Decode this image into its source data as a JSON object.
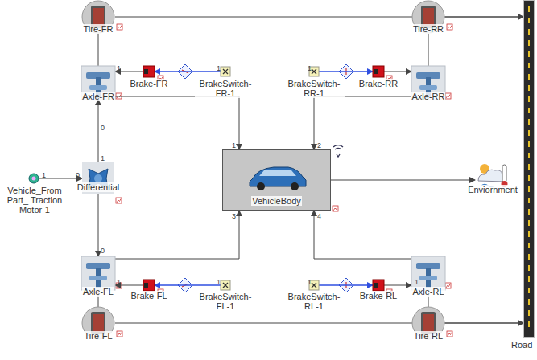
{
  "diagram": {
    "nodes": [
      {
        "text": [
          "Tire-FR"
        ]
      },
      {
        "text": [
          "Tire-RR"
        ]
      },
      {
        "text": [
          "Axle-FR"
        ]
      },
      {
        "text": [
          "Brake-FR"
        ]
      },
      {
        "text": [
          "BrakeSwitch-FR-1"
        ]
      },
      {
        "text": [
          "BrakeSwitch-RR-1"
        ]
      },
      {
        "text": [
          "Brake-RR"
        ]
      },
      {
        "text": [
          "Axle-RR"
        ]
      },
      {
        "text": [
          "Vehicle_From Part_ Traction Motor-1"
        ]
      },
      {
        "text": [
          "Differential"
        ]
      },
      {
        "text": [
          "VehicleBody"
        ]
      },
      {
        "text": [
          "Enviornment"
        ]
      },
      {
        "text": [
          "Road"
        ]
      },
      {
        "text": [
          "Axle-FL"
        ]
      },
      {
        "text": [
          "Brake-FL"
        ]
      },
      {
        "text": [
          "BrakeSwitch-FL-1"
        ]
      },
      {
        "text": [
          "BrakeSwitch-RL-1"
        ]
      },
      {
        "text": [
          "Brake-RL"
        ]
      },
      {
        "text": [
          "Axle-RL"
        ]
      },
      {
        "text": [
          "Tire-FL"
        ]
      },
      {
        "text": [
          "Tire-RL"
        ]
      }
    ],
    "edges": [
      {
        "from": 0,
        "to": 12,
        "arrow": "to"
      },
      {
        "from": 1,
        "to": 12,
        "arrow": "to"
      },
      {
        "from": 2,
        "to": 0,
        "arrow": "none"
      },
      {
        "from": 7,
        "to": 1,
        "arrow": "none"
      },
      {
        "from": 4,
        "to": 3,
        "arrow": "to"
      },
      {
        "from": 3,
        "to": 2,
        "arrow": "to"
      },
      {
        "from": 5,
        "to": 6,
        "arrow": "to"
      },
      {
        "from": 6,
        "to": 7,
        "arrow": "to"
      },
      {
        "from": 2,
        "to": 10,
        "arrow": "to"
      },
      {
        "from": 7,
        "to": 10,
        "arrow": "to"
      },
      {
        "from": 8,
        "to": 9,
        "arrow": "to"
      },
      {
        "from": 9,
        "to": 2,
        "arrow": "to"
      },
      {
        "from": 9,
        "to": 13,
        "arrow": "to"
      },
      {
        "from": 10,
        "to": 11,
        "arrow": "to"
      },
      {
        "from": 13,
        "to": 10,
        "arrow": "to"
      },
      {
        "from": 18,
        "to": 10,
        "arrow": "to"
      },
      {
        "from": 15,
        "to": 14,
        "arrow": "to"
      },
      {
        "from": 14,
        "to": 13,
        "arrow": "to"
      },
      {
        "from": 16,
        "to": 17,
        "arrow": "to"
      },
      {
        "from": 17,
        "to": 18,
        "arrow": "to"
      },
      {
        "from": 13,
        "to": 19,
        "arrow": "none"
      },
      {
        "from": 18,
        "to": 20,
        "arrow": "none"
      },
      {
        "from": 19,
        "to": 12,
        "arrow": "to"
      },
      {
        "from": 20,
        "to": 12,
        "arrow": "to"
      }
    ],
    "labels": [
      "1",
      "1",
      "0",
      "1",
      "1",
      "0",
      "0",
      "1",
      "1",
      "1",
      "1",
      "1",
      "1",
      "2",
      "3",
      "4"
    ]
  }
}
